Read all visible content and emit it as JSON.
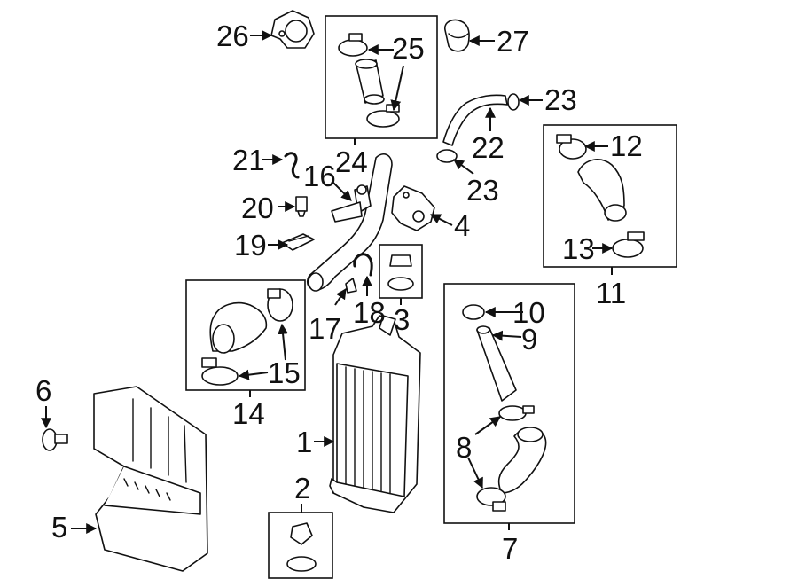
{
  "callouts": {
    "c1": "1",
    "c2": "2",
    "c3": "3",
    "c4": "4",
    "c5": "5",
    "c6": "6",
    "c7": "7",
    "c8": "8",
    "c9": "9",
    "c10": "10",
    "c11": "11",
    "c12": "12",
    "c13": "13",
    "c14": "14",
    "c15": "15",
    "c16": "16",
    "c17": "17",
    "c18": "18",
    "c19": "19",
    "c20": "20",
    "c21": "21",
    "c22": "22",
    "c23a": "23",
    "c23b": "23",
    "c24": "24",
    "c25": "25",
    "c26": "26",
    "c27": "27"
  },
  "colors": {
    "line": "#111111",
    "background": "#ffffff"
  }
}
